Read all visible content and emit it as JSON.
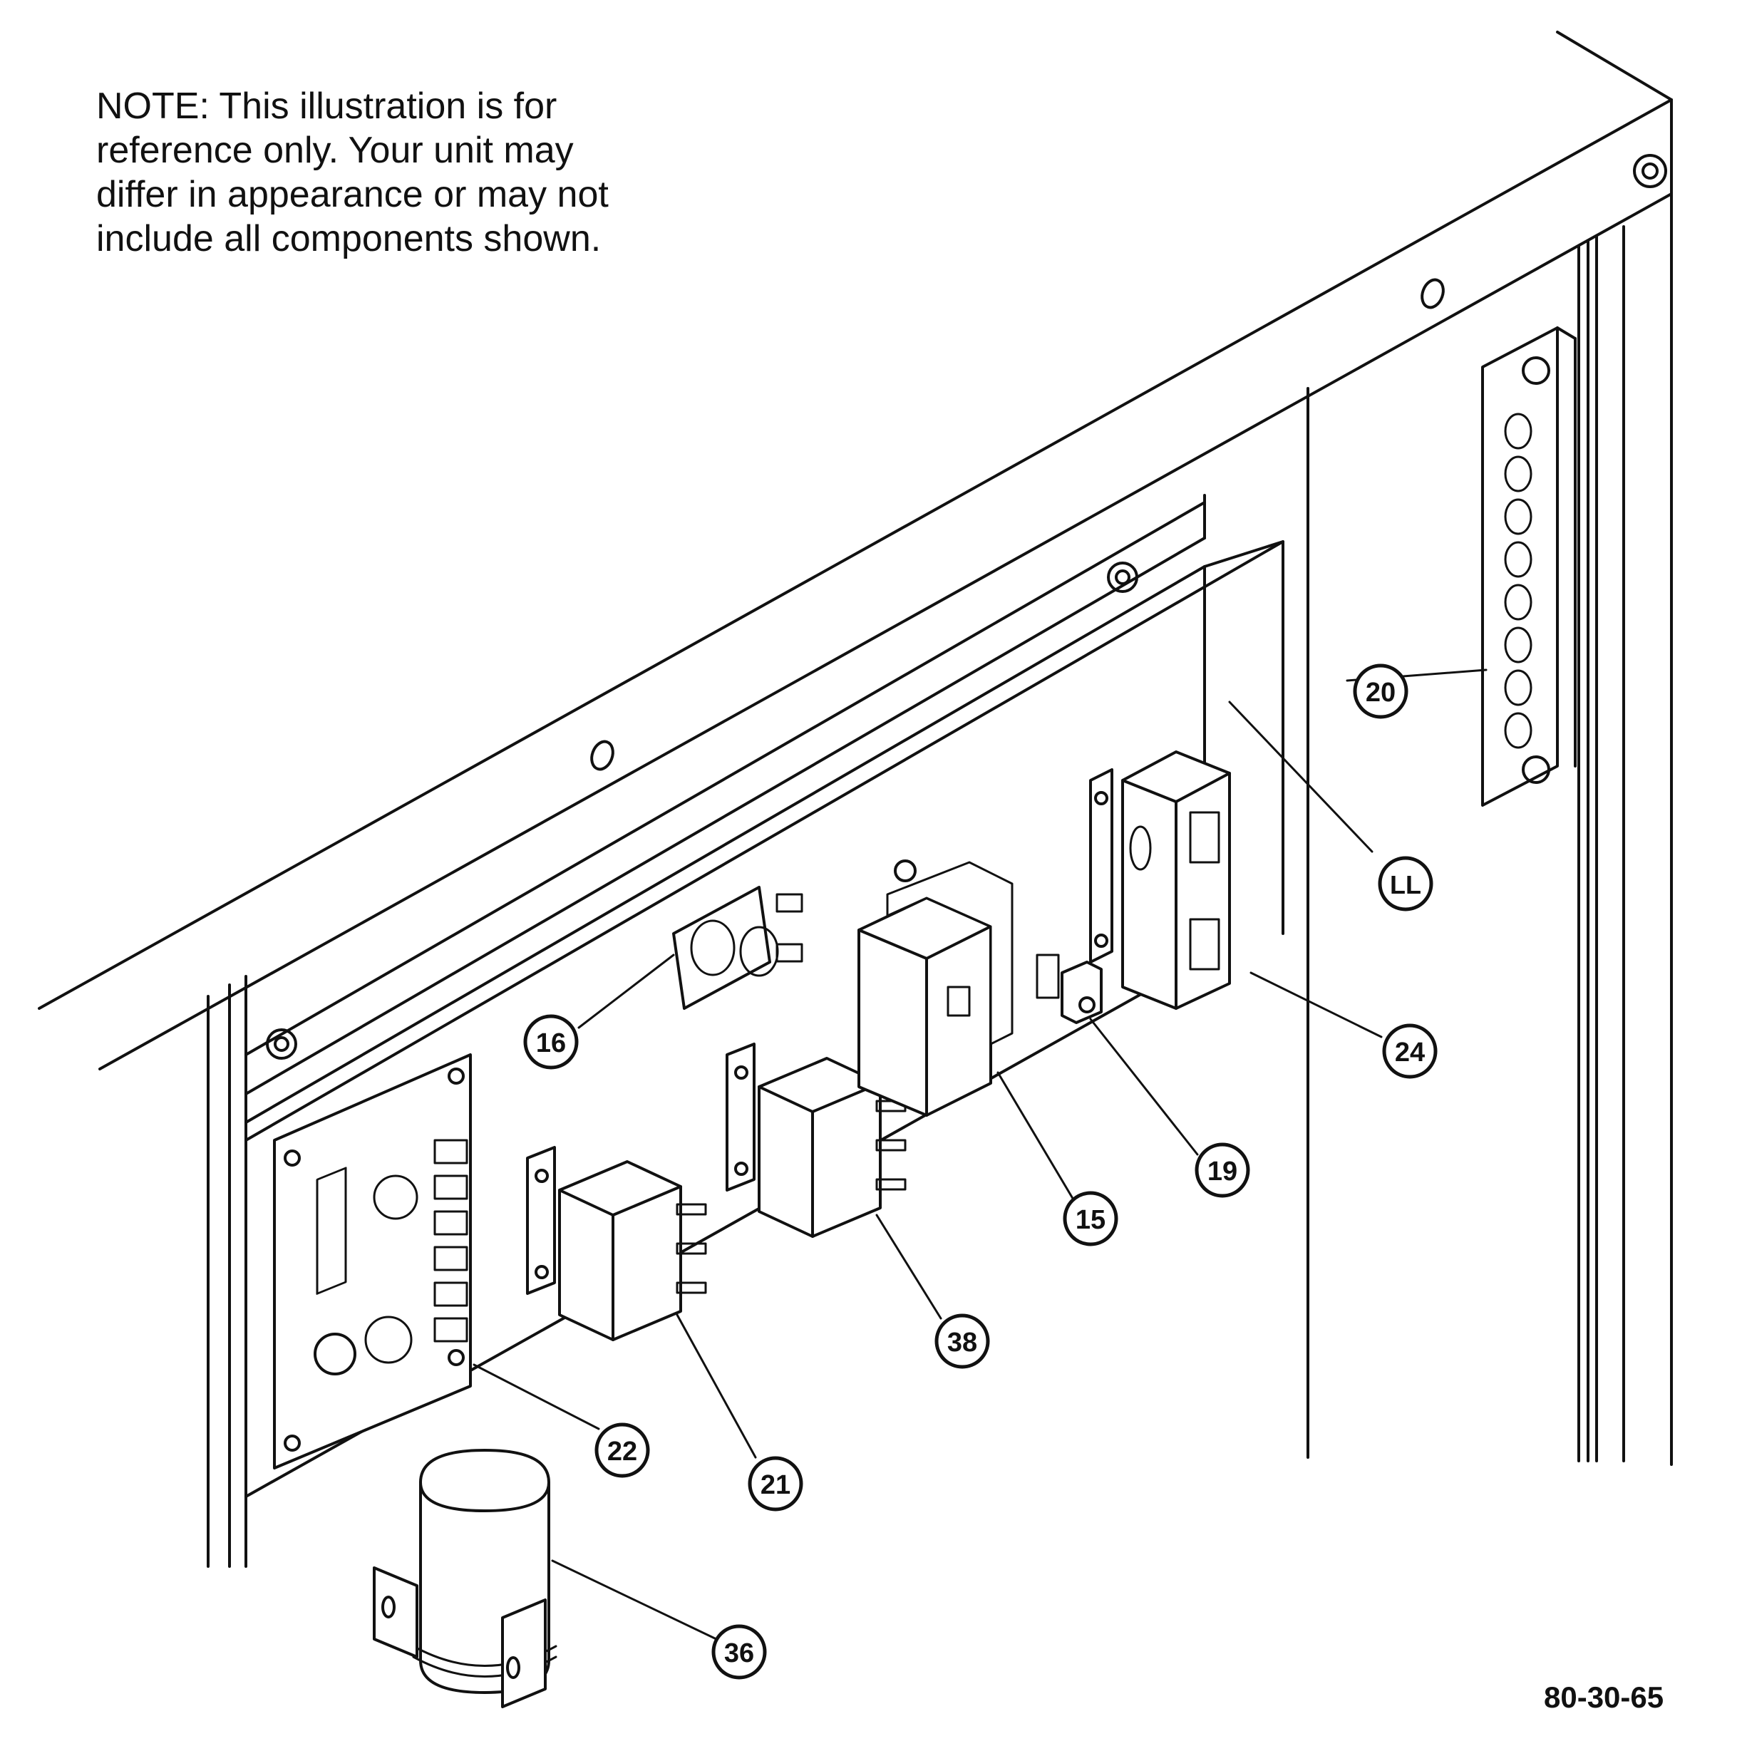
{
  "note": {
    "text": "NOTE:      This illustration is for\nreference only.   Your unit may\ndiffer in appearance or may not\ninclude all components shown."
  },
  "figure_number": "80-30-65",
  "callouts": {
    "c16": "16",
    "c15": "15",
    "c19": "19",
    "c24": "24",
    "c20": "20",
    "cLL": "LL",
    "c22": "22",
    "c21": "21",
    "c38": "38",
    "c36": "36"
  },
  "colors": {
    "line": "#111111",
    "fill": "#ffffff",
    "shade": "#d9d9d9"
  }
}
